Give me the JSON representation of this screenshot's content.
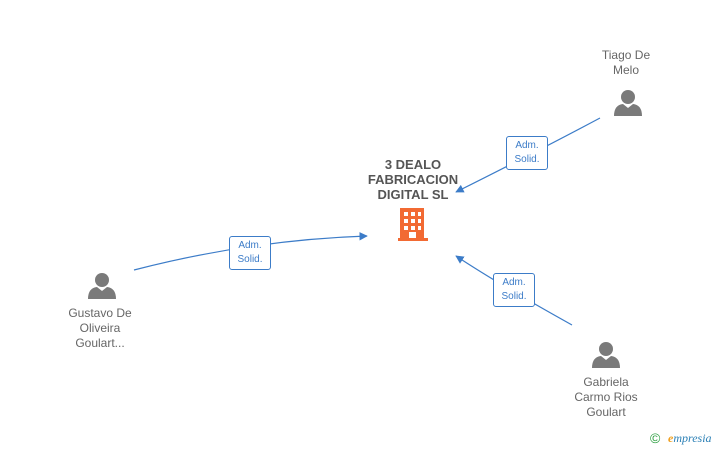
{
  "company": {
    "name": "3 DEALO\nFABRICACION\nDIGITAL  SL",
    "icon": "building-icon",
    "color": "#f26a33"
  },
  "people": [
    {
      "id": "tiago",
      "name": "Tiago De\nMelo",
      "icon": "person-icon"
    },
    {
      "id": "gustavo",
      "name": "Gustavo De\nOliveira\nGoulart...",
      "icon": "person-icon"
    },
    {
      "id": "gabriela",
      "name": "Gabriela\nCarmo Rios\nGoulart",
      "icon": "person-icon"
    }
  ],
  "edges": [
    {
      "from": "tiago",
      "role_line1": "Adm.",
      "role_line2": "Solid."
    },
    {
      "from": "gustavo",
      "role_line1": "Adm.",
      "role_line2": "Solid."
    },
    {
      "from": "gabriela",
      "role_line1": "Adm.",
      "role_line2": "Solid."
    }
  ],
  "footer": {
    "copyright_symbol": "©",
    "brand_initial": "e",
    "brand_rest": "mpresia"
  },
  "colors": {
    "edge": "#3c7cc8",
    "person": "#7a7a7a",
    "building": "#f26a33"
  }
}
